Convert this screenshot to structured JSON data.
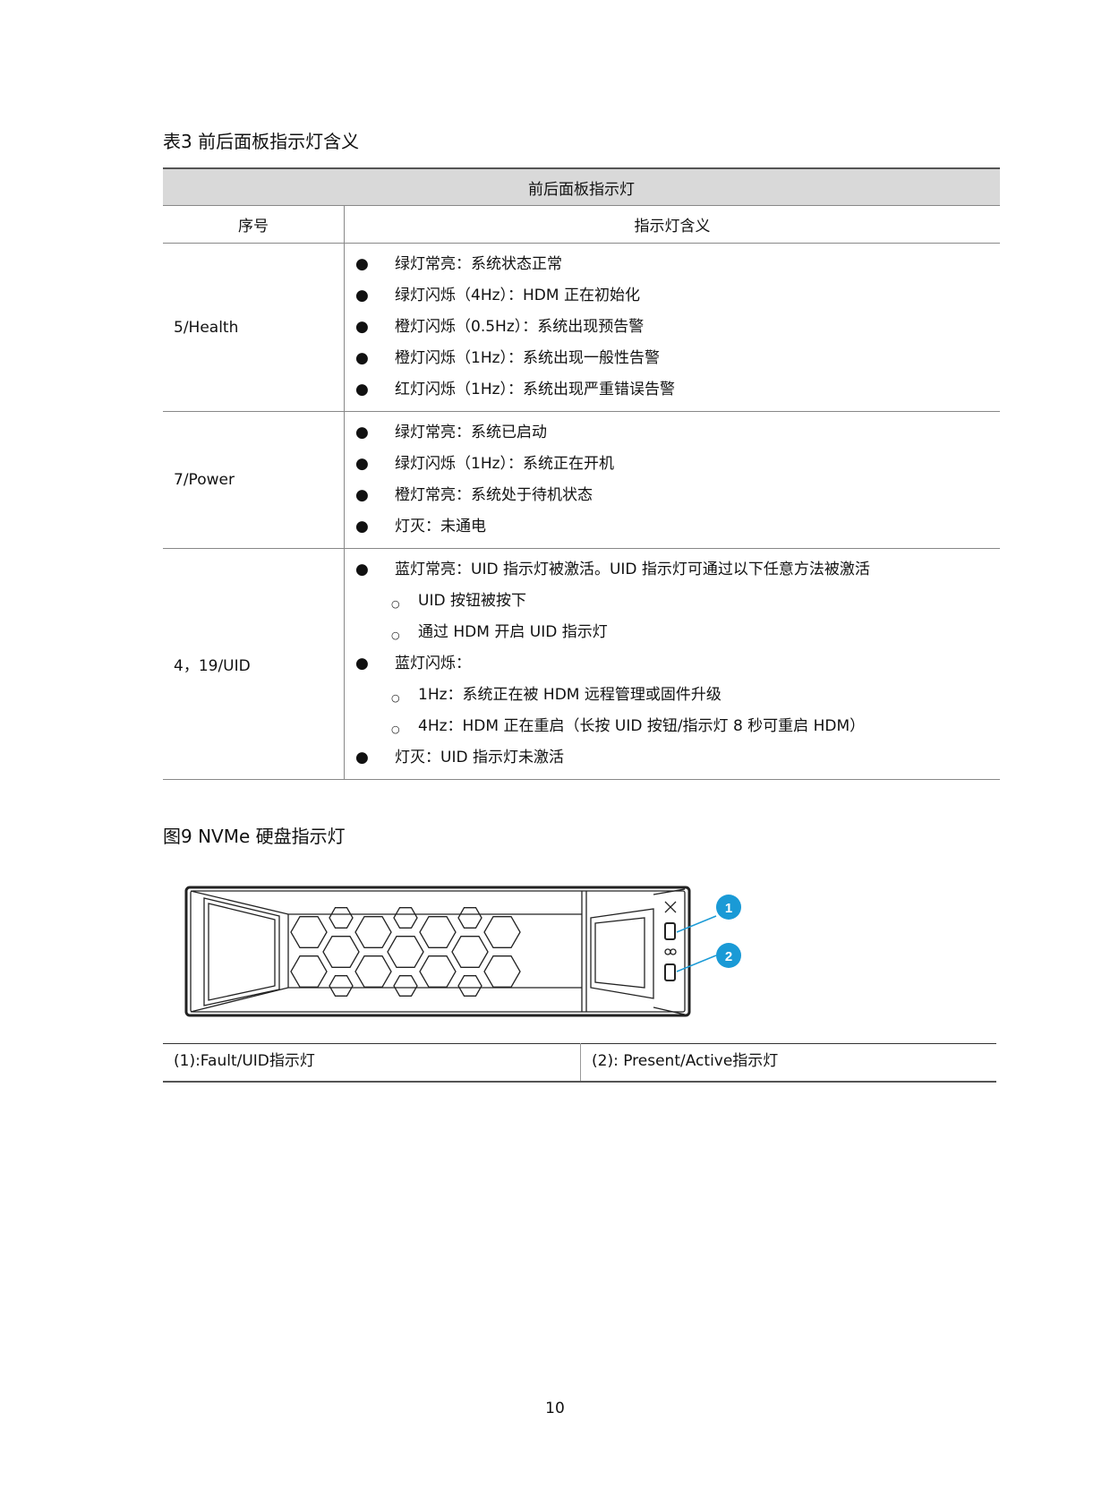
{
  "table_caption": "表3  前后面板指示灯含义",
  "table": {
    "header": "前后面板指示灯",
    "col_headers": [
      "序号",
      "指示灯含义"
    ],
    "rows": [
      {
        "id": "5/Health",
        "items": [
          {
            "level": 1,
            "text": "绿灯常亮：系统状态正常"
          },
          {
            "level": 1,
            "text": "绿灯闪烁（4Hz）：HDM 正在初始化"
          },
          {
            "level": 1,
            "text": "橙灯闪烁（0.5Hz）：系统出现预告警"
          },
          {
            "level": 1,
            "text": "橙灯闪烁（1Hz）：系统出现一般性告警"
          },
          {
            "level": 1,
            "text": "红灯闪烁（1Hz）：系统出现严重错误告警"
          }
        ]
      },
      {
        "id": "7/Power",
        "items": [
          {
            "level": 1,
            "text": "绿灯常亮：系统已启动"
          },
          {
            "level": 1,
            "text": "绿灯闪烁（1Hz）：系统正在开机"
          },
          {
            "level": 1,
            "text": "橙灯常亮：系统处于待机状态"
          },
          {
            "level": 1,
            "text": "灯灭：未通电"
          }
        ]
      },
      {
        "id": "4，19/UID",
        "items": [
          {
            "level": 1,
            "text": "蓝灯常亮：UID 指示灯被激活。UID 指示灯可通过以下任意方法被激活"
          },
          {
            "level": 2,
            "text": "UID 按钮被按下"
          },
          {
            "level": 2,
            "text": "通过 HDM 开启 UID 指示灯"
          },
          {
            "level": 1,
            "text": "蓝灯闪烁："
          },
          {
            "level": 2,
            "text": "1Hz：系统正在被 HDM 远程管理或固件升级"
          },
          {
            "level": 2,
            "text": "4Hz：HDM 正在重启（长按 UID 按钮/指示灯 8 秒可重启 HDM）"
          },
          {
            "level": 1,
            "text": "灯灭：UID 指示灯未激活"
          }
        ]
      }
    ]
  },
  "figure_caption": "图9  NVMe 硬盘指示灯",
  "callouts": [
    "1",
    "2"
  ],
  "legend": [
    "(1):Fault/UID指示灯",
    "(2): Present/Active指示灯"
  ],
  "callout_color": "#1a9ad6",
  "page_number": "10"
}
